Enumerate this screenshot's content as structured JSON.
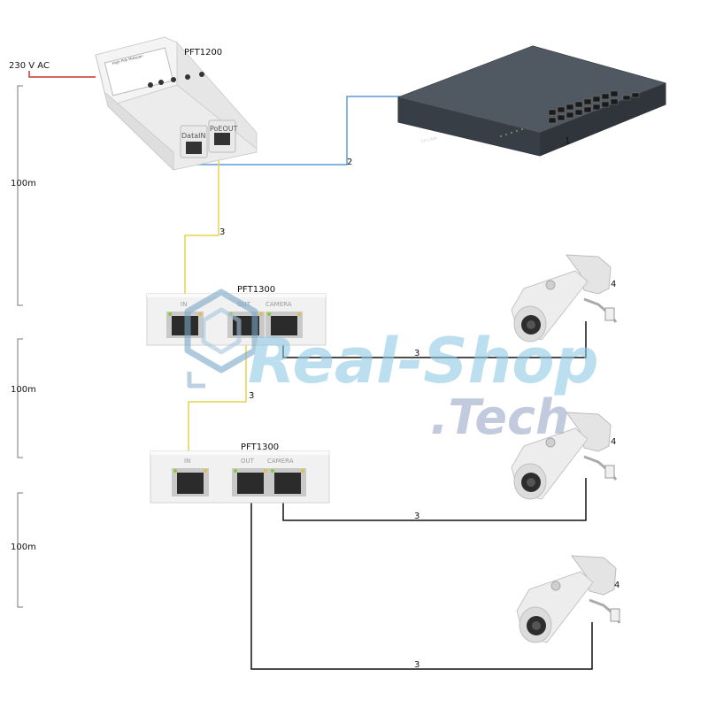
{
  "power": {
    "label": "230 V AC"
  },
  "distance": {
    "label": "100m"
  },
  "devices": {
    "pft1200": {
      "name": "PFT1200",
      "port_data_in": "DataIN",
      "port_poe_out": "PoEOUT",
      "sticker_title": "High PoE Midspan"
    },
    "pft1300_a": {
      "name": "PFT1300",
      "port_in": "IN",
      "port_out": "OUT",
      "port_camera": "CAMERA"
    },
    "pft1300_b": {
      "name": "PFT1300",
      "port_in": "IN",
      "port_out": "OUT",
      "port_camera": "CAMERA"
    },
    "switch": {
      "number": "1",
      "brand": "TP-LINK"
    },
    "cameras": [
      {
        "number": "4"
      },
      {
        "number": "4"
      },
      {
        "number": "4"
      }
    ]
  },
  "cables": {
    "uplink": "2",
    "poe_1": "3",
    "poe_2": "3",
    "cam_1": "3",
    "cam_2": "3",
    "cam_3": "3"
  },
  "watermark": {
    "line1": "Real-Shop",
    "line2": ".Tech"
  },
  "colors": {
    "power_wire": "#c0392b",
    "uplink_wire": "#5b9bd5",
    "poe_wire": "#e8d44d",
    "camera_wire": "#111111",
    "watermark": "#8ecae6"
  }
}
